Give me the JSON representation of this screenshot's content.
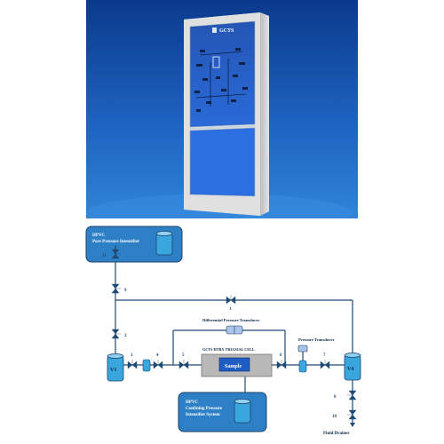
{
  "photo": {
    "brand": "GCTS"
  },
  "diagram": {
    "pore_box": {
      "line1": "HPVC",
      "line2": "Pore Pressure Intensifier"
    },
    "confining_box": {
      "line1": "HPVC",
      "line2": "Confining Pressure",
      "line3": "Intensifier System"
    },
    "cell_title": "GCTS HTRX TRIAXIAL CELL",
    "sample_label": "Sample",
    "diff_transducer_label": "Differential Pressure Transducer",
    "pressure_transducer_label": "Pressure Transducer",
    "fluid_drainer_label": "Fluid Drainer",
    "vessel_v1": "V1",
    "vessel_v4": "V4",
    "valves": {
      "v1": "1",
      "v2": "2",
      "v3": "3",
      "v4": "4",
      "v5": "5",
      "v6": "6",
      "v7": "7",
      "v8": "8",
      "v9": "9",
      "v10": "10",
      "v11": "11"
    }
  },
  "colors": {
    "sky_top": "#0b3a8c",
    "sky_bottom": "#2a7ad6",
    "cabinet": "#d8d8d8",
    "panel_blue": "#1f5fd0",
    "box_fill": "#2e80c6",
    "box_border": "#1d3f66",
    "vessel": "#39a7de",
    "cell_gray": "#b8b8b8",
    "sample_blue": "#1f5cc4",
    "pipe": "#1f4a73"
  }
}
